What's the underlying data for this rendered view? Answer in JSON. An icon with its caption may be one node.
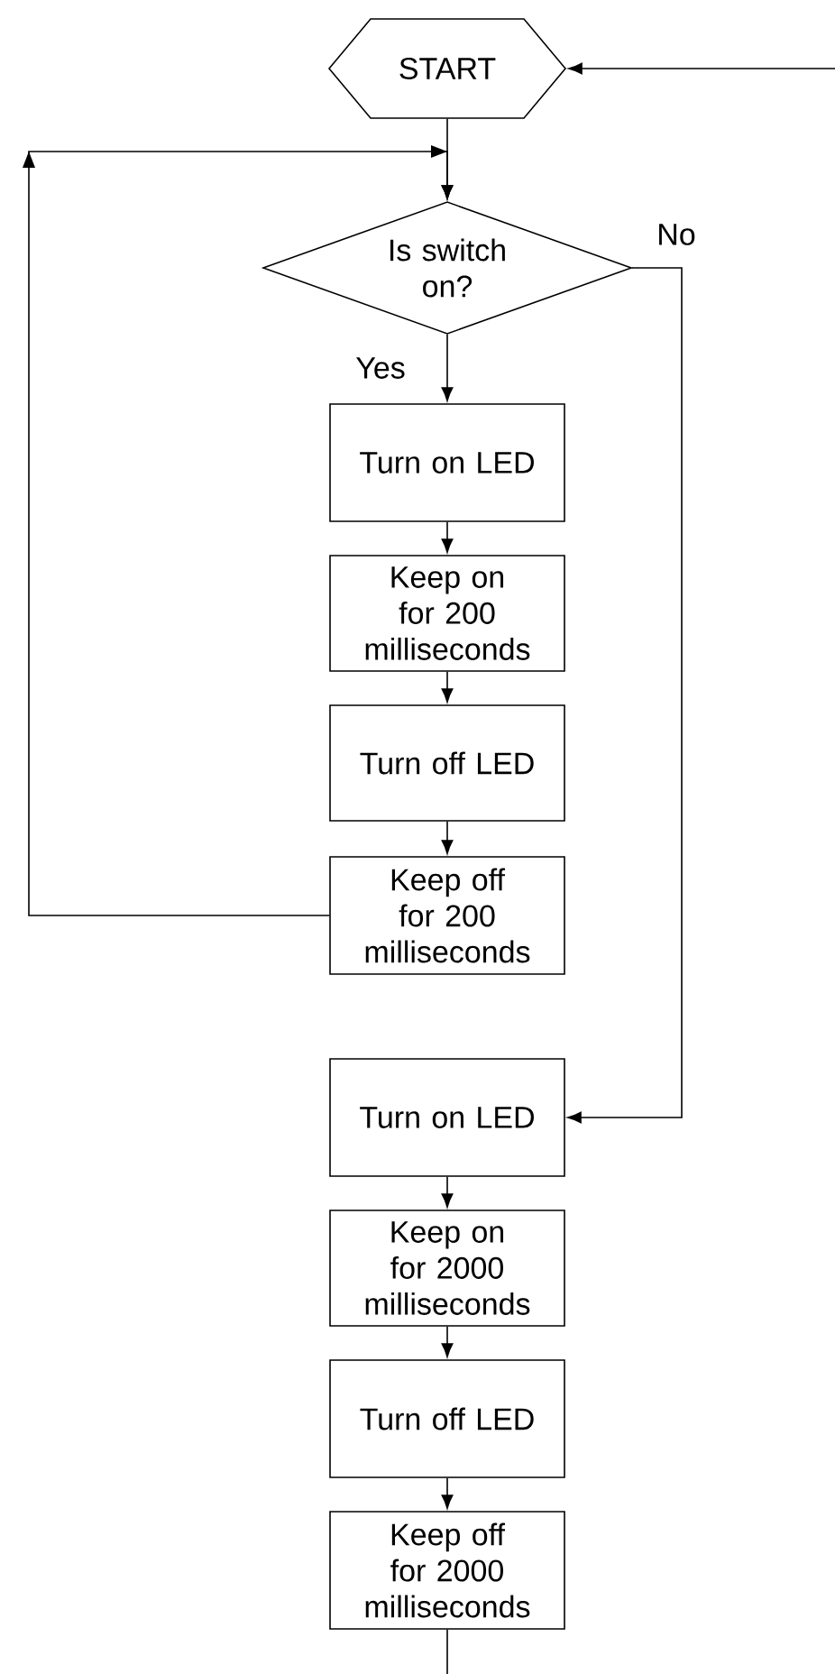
{
  "diagram": {
    "nodes": [
      {
        "text": [
          "START"
        ]
      },
      {
        "text": [
          "Is switch on?"
        ]
      },
      {
        "text": [
          "Turn on LED"
        ]
      },
      {
        "text": [
          "Keep on for 200 milliseconds"
        ]
      },
      {
        "text": [
          "Turn off LED"
        ]
      },
      {
        "text": [
          "Keep off for 200 milliseconds"
        ]
      },
      {
        "text": [
          "Turn on LED"
        ]
      },
      {
        "text": [
          "Keep on for 2000 milliseconds"
        ]
      },
      {
        "text": [
          "Turn off LED"
        ]
      },
      {
        "text": [
          "Keep off for 2000 milliseconds"
        ]
      }
    ],
    "edges": [
      {
        "from": null,
        "to": 0,
        "arrow": "to"
      },
      {
        "from": 0,
        "to": 1,
        "arrow": "to"
      },
      {
        "from": 1,
        "to": 2,
        "arrow": "to",
        "label": "Yes"
      },
      {
        "from": 1,
        "to": 6,
        "arrow": "to",
        "label": "No"
      },
      {
        "from": 2,
        "to": 3,
        "arrow": "to"
      },
      {
        "from": 3,
        "to": 4,
        "arrow": "to"
      },
      {
        "from": 4,
        "to": 5,
        "arrow": "to"
      },
      {
        "from": 5,
        "to": 1,
        "arrow": "to"
      },
      {
        "from": 6,
        "to": 7,
        "arrow": "to"
      },
      {
        "from": 7,
        "to": 8,
        "arrow": "to"
      },
      {
        "from": 8,
        "to": 9,
        "arrow": "to"
      },
      {
        "from": 9,
        "to": null,
        "arrow": "none"
      }
    ]
  }
}
